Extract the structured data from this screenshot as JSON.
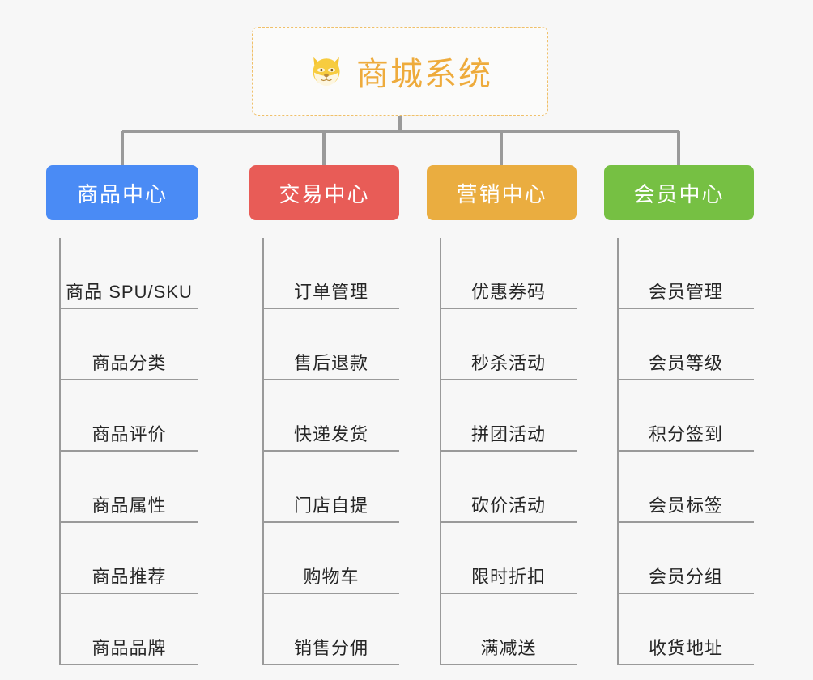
{
  "root": {
    "title": "商城系统",
    "icon": "dog-face-emoji",
    "border_color": "#f0c069",
    "text_color": "#eeab3c",
    "background": "#fbfbfa"
  },
  "canvas": {
    "background": "#f7f7f7",
    "connector_color": "#9a9a9a"
  },
  "columns": [
    {
      "title": "商品中心",
      "color": "#4a8bf5",
      "items": [
        "商品 SPU/SKU",
        "商品分类",
        "商品评价",
        "商品属性",
        "商品推荐",
        "商品品牌"
      ]
    },
    {
      "title": "交易中心",
      "color": "#e85c57",
      "items": [
        "订单管理",
        "售后退款",
        "快递发货",
        "门店自提",
        "购物车",
        "销售分佣"
      ]
    },
    {
      "title": "营销中心",
      "color": "#eaad40",
      "items": [
        "优惠券码",
        "秒杀活动",
        "拼团活动",
        "砍价活动",
        "限时折扣",
        "满减送"
      ]
    },
    {
      "title": "会员中心",
      "color": "#76c043",
      "items": [
        "会员管理",
        "会员等级",
        "积分签到",
        "会员标签",
        "会员分组",
        "收货地址"
      ]
    }
  ]
}
